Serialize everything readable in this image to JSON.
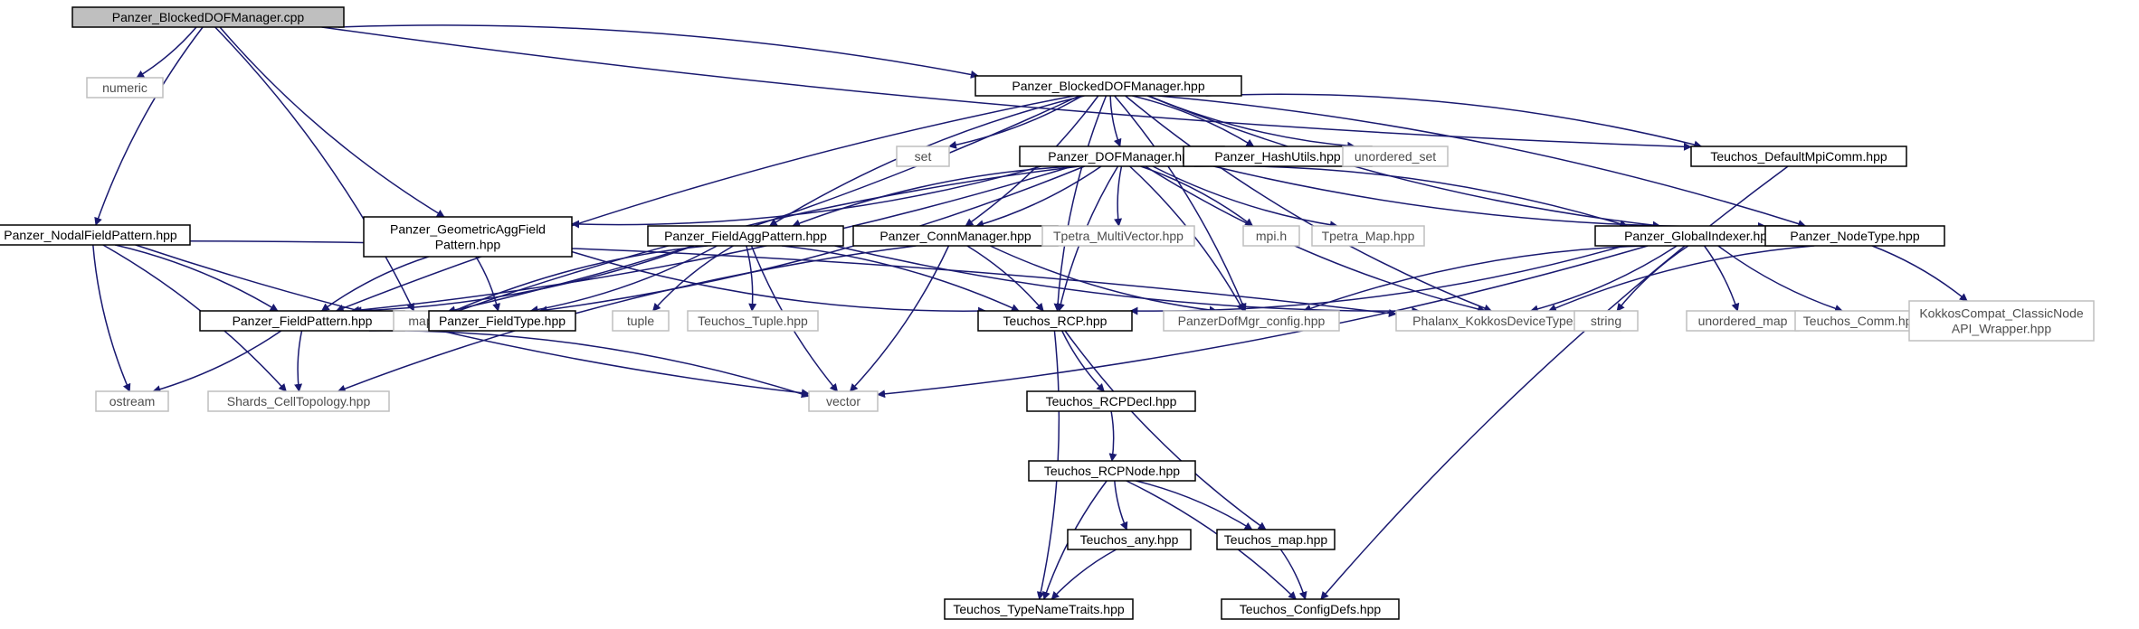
{
  "graph": {
    "nodes": [
      {
        "id": "blocked_cpp",
        "label": [
          "Panzer_BlockedDOFManager.cpp"
        ],
        "kind": "root"
      },
      {
        "id": "numeric",
        "label": [
          "numeric"
        ],
        "kind": "external"
      },
      {
        "id": "blocked_hpp",
        "label": [
          "Panzer_BlockedDOFManager.hpp"
        ],
        "kind": "documented"
      },
      {
        "id": "default_mpi",
        "label": [
          "Teuchos_DefaultMpiComm.hpp"
        ],
        "kind": "documented"
      },
      {
        "id": "set",
        "label": [
          "set"
        ],
        "kind": "external"
      },
      {
        "id": "dofmanager",
        "label": [
          "Panzer_DOFManager.hpp"
        ],
        "kind": "documented"
      },
      {
        "id": "hashutils",
        "label": [
          "Panzer_HashUtils.hpp"
        ],
        "kind": "documented"
      },
      {
        "id": "unordered_set",
        "label": [
          "unordered_set"
        ],
        "kind": "external"
      },
      {
        "id": "nodal",
        "label": [
          "Panzer_NodalFieldPattern.hpp"
        ],
        "kind": "documented"
      },
      {
        "id": "geomagg",
        "label": [
          "Panzer_GeometricAggField",
          "Pattern.hpp"
        ],
        "kind": "documented"
      },
      {
        "id": "fieldagg",
        "label": [
          "Panzer_FieldAggPattern.hpp"
        ],
        "kind": "documented"
      },
      {
        "id": "connmgr",
        "label": [
          "Panzer_ConnManager.hpp"
        ],
        "kind": "documented"
      },
      {
        "id": "tpetra_mv",
        "label": [
          "Tpetra_MultiVector.hpp"
        ],
        "kind": "external"
      },
      {
        "id": "mpi_h",
        "label": [
          "mpi.h"
        ],
        "kind": "external"
      },
      {
        "id": "tpetra_map",
        "label": [
          "Tpetra_Map.hpp"
        ],
        "kind": "external"
      },
      {
        "id": "globalidx",
        "label": [
          "Panzer_GlobalIndexer.hpp"
        ],
        "kind": "documented"
      },
      {
        "id": "nodetype",
        "label": [
          "Panzer_NodeType.hpp"
        ],
        "kind": "documented"
      },
      {
        "id": "fieldpattern",
        "label": [
          "Panzer_FieldPattern.hpp"
        ],
        "kind": "documented"
      },
      {
        "id": "map",
        "label": [
          "map"
        ],
        "kind": "external"
      },
      {
        "id": "fieldtype",
        "label": [
          "Panzer_FieldType.hpp"
        ],
        "kind": "documented"
      },
      {
        "id": "tuple",
        "label": [
          "tuple"
        ],
        "kind": "external"
      },
      {
        "id": "teuchos_tuple",
        "label": [
          "Teuchos_Tuple.hpp"
        ],
        "kind": "external"
      },
      {
        "id": "rcp",
        "label": [
          "Teuchos_RCP.hpp"
        ],
        "kind": "documented"
      },
      {
        "id": "dofmgr_config",
        "label": [
          "PanzerDofMgr_config.hpp"
        ],
        "kind": "external"
      },
      {
        "id": "phalanx",
        "label": [
          "Phalanx_KokkosDeviceTypes.hpp"
        ],
        "kind": "external"
      },
      {
        "id": "string",
        "label": [
          "string"
        ],
        "kind": "external"
      },
      {
        "id": "unordered_map",
        "label": [
          "unordered_map"
        ],
        "kind": "external"
      },
      {
        "id": "teuchos_comm",
        "label": [
          "Teuchos_Comm.hpp"
        ],
        "kind": "external"
      },
      {
        "id": "kokkoscompat",
        "label": [
          "KokkosCompat_ClassicNode",
          "API_Wrapper.hpp"
        ],
        "kind": "external"
      },
      {
        "id": "ostream",
        "label": [
          "ostream"
        ],
        "kind": "external"
      },
      {
        "id": "shards",
        "label": [
          "Shards_CellTopology.hpp"
        ],
        "kind": "external"
      },
      {
        "id": "vector",
        "label": [
          "vector"
        ],
        "kind": "external"
      },
      {
        "id": "rcpdecl",
        "label": [
          "Teuchos_RCPDecl.hpp"
        ],
        "kind": "documented"
      },
      {
        "id": "rcpnode",
        "label": [
          "Teuchos_RCPNode.hpp"
        ],
        "kind": "documented"
      },
      {
        "id": "teuchos_any",
        "label": [
          "Teuchos_any.hpp"
        ],
        "kind": "documented"
      },
      {
        "id": "teuchos_map",
        "label": [
          "Teuchos_map.hpp"
        ],
        "kind": "documented"
      },
      {
        "id": "typenametraits",
        "label": [
          "Teuchos_TypeNameTraits.hpp"
        ],
        "kind": "documented"
      },
      {
        "id": "configdefs",
        "label": [
          "Teuchos_ConfigDefs.hpp"
        ],
        "kind": "documented"
      }
    ],
    "edges": [
      [
        "blocked_cpp",
        "numeric"
      ],
      [
        "blocked_cpp",
        "nodal"
      ],
      [
        "blocked_cpp",
        "map"
      ],
      [
        "blocked_cpp",
        "geomagg"
      ],
      [
        "blocked_cpp",
        "blocked_hpp"
      ],
      [
        "blocked_cpp",
        "default_mpi"
      ],
      [
        "blocked_hpp",
        "set"
      ],
      [
        "blocked_hpp",
        "dofmanager"
      ],
      [
        "blocked_hpp",
        "hashutils"
      ],
      [
        "blocked_hpp",
        "unordered_set"
      ],
      [
        "blocked_hpp",
        "default_mpi"
      ],
      [
        "blocked_hpp",
        "fieldpattern"
      ],
      [
        "blocked_hpp",
        "map"
      ],
      [
        "blocked_hpp",
        "fieldagg"
      ],
      [
        "blocked_hpp",
        "connmgr"
      ],
      [
        "blocked_hpp",
        "rcp"
      ],
      [
        "blocked_hpp",
        "dofmgr_config"
      ],
      [
        "blocked_hpp",
        "globalidx"
      ],
      [
        "blocked_hpp",
        "nodetype"
      ],
      [
        "blocked_hpp",
        "phalanx"
      ],
      [
        "dofmanager",
        "geomagg"
      ],
      [
        "dofmanager",
        "fieldagg"
      ],
      [
        "dofmanager",
        "connmgr"
      ],
      [
        "dofmanager",
        "tpetra_mv"
      ],
      [
        "dofmanager",
        "mpi_h"
      ],
      [
        "dofmanager",
        "tpetra_map"
      ],
      [
        "dofmanager",
        "globalidx"
      ],
      [
        "dofmanager",
        "nodetype"
      ],
      [
        "dofmanager",
        "fieldpattern"
      ],
      [
        "dofmanager",
        "map"
      ],
      [
        "dofmanager",
        "fieldtype"
      ],
      [
        "dofmanager",
        "rcp"
      ],
      [
        "dofmanager",
        "dofmgr_config"
      ],
      [
        "dofmanager",
        "phalanx"
      ],
      [
        "nodal",
        "fieldpattern"
      ],
      [
        "nodal",
        "ostream"
      ],
      [
        "nodal",
        "shards"
      ],
      [
        "nodal",
        "vector"
      ],
      [
        "nodal",
        "phalanx"
      ],
      [
        "geomagg",
        "fieldpattern"
      ],
      [
        "geomagg",
        "fieldtype"
      ],
      [
        "geomagg",
        "rcp"
      ],
      [
        "fieldagg",
        "fieldpattern"
      ],
      [
        "fieldagg",
        "map"
      ],
      [
        "fieldagg",
        "fieldtype"
      ],
      [
        "fieldagg",
        "tuple"
      ],
      [
        "fieldagg",
        "teuchos_tuple"
      ],
      [
        "fieldagg",
        "vector"
      ],
      [
        "fieldagg",
        "rcp"
      ],
      [
        "fieldagg",
        "phalanx"
      ],
      [
        "connmgr",
        "rcp"
      ],
      [
        "connmgr",
        "dofmgr_config"
      ],
      [
        "connmgr",
        "vector"
      ],
      [
        "connmgr",
        "shards"
      ],
      [
        "globalidx",
        "rcp"
      ],
      [
        "globalidx",
        "dofmgr_config"
      ],
      [
        "globalidx",
        "phalanx"
      ],
      [
        "globalidx",
        "string"
      ],
      [
        "globalidx",
        "unordered_map"
      ],
      [
        "globalidx",
        "teuchos_comm"
      ],
      [
        "globalidx",
        "vector"
      ],
      [
        "nodetype",
        "phalanx"
      ],
      [
        "nodetype",
        "kokkoscompat"
      ],
      [
        "default_mpi",
        "configdefs"
      ],
      [
        "fieldpattern",
        "ostream"
      ],
      [
        "fieldpattern",
        "shards"
      ],
      [
        "fieldpattern",
        "vector"
      ],
      [
        "rcp",
        "rcpdecl"
      ],
      [
        "rcp",
        "typenametraits"
      ],
      [
        "rcp",
        "teuchos_map"
      ],
      [
        "rcpdecl",
        "rcpnode"
      ],
      [
        "rcpnode",
        "teuchos_any"
      ],
      [
        "rcpnode",
        "teuchos_map"
      ],
      [
        "rcpnode",
        "typenametraits"
      ],
      [
        "rcpnode",
        "configdefs"
      ],
      [
        "teuchos_any",
        "typenametraits"
      ],
      [
        "teuchos_map",
        "configdefs"
      ]
    ]
  }
}
